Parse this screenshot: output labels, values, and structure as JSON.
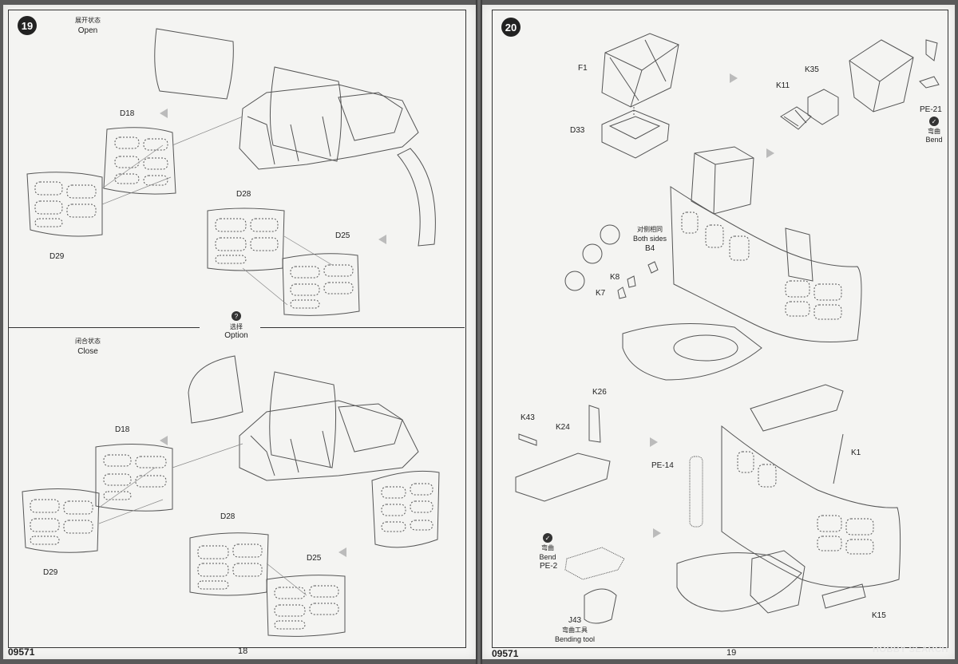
{
  "left_page": {
    "step_number": "19",
    "open_label_zh": "展开状态",
    "open_label_en": "Open",
    "close_label_zh": "闭合状态",
    "close_label_en": "Close",
    "option_label_zh": "选择",
    "option_label_en": "Option",
    "option_icon": "?",
    "parts_open": [
      "D18",
      "D28",
      "D25",
      "D29"
    ],
    "parts_close": [
      "D18",
      "D28",
      "D25",
      "D29"
    ],
    "kit_code": "09571",
    "page_number": "18"
  },
  "right_page": {
    "step_number": "20",
    "parts_top": [
      "F1",
      "D33",
      "K11",
      "K35",
      "PE-21"
    ],
    "bend_zh": "弯曲",
    "bend_en": "Bend",
    "both_sides_zh": "对侧相同",
    "both_sides_en": "Both sides",
    "parts_mid": [
      "B4",
      "K8",
      "K7"
    ],
    "parts_bottom": [
      "K43",
      "K24",
      "K26",
      "K1",
      "PE-14",
      "PE-2",
      "J43",
      "K15"
    ],
    "bend_tool_zh": "弯曲工具",
    "bend_tool_en": "Bending tool",
    "kit_code": "09571",
    "page_number": "19"
  },
  "watermark": {
    "brand": "HOBBY SEARCH"
  }
}
